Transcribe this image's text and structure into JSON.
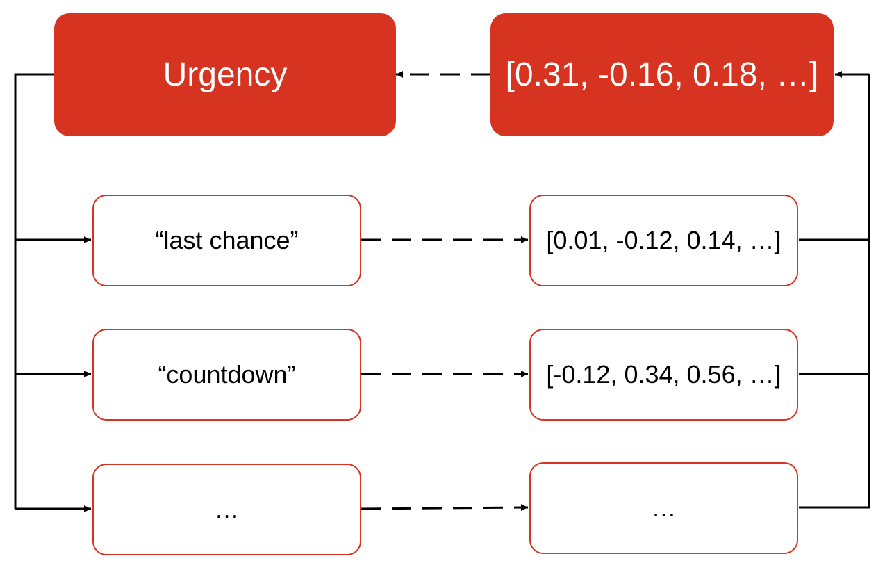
{
  "colors": {
    "accent": "#d63320",
    "line": "#000000",
    "background": "#ffffff"
  },
  "concept": {
    "label": "Urgency",
    "vector": "[0.31, -0.16, 0.18, …]"
  },
  "rows": [
    {
      "phrase": "“last chance”",
      "vector": "[0.01, -0.12, 0.14, …]"
    },
    {
      "phrase": "“countdown”",
      "vector": "[-0.12, 0.34, 0.56, …]"
    },
    {
      "phrase": "…",
      "vector": "…"
    }
  ]
}
